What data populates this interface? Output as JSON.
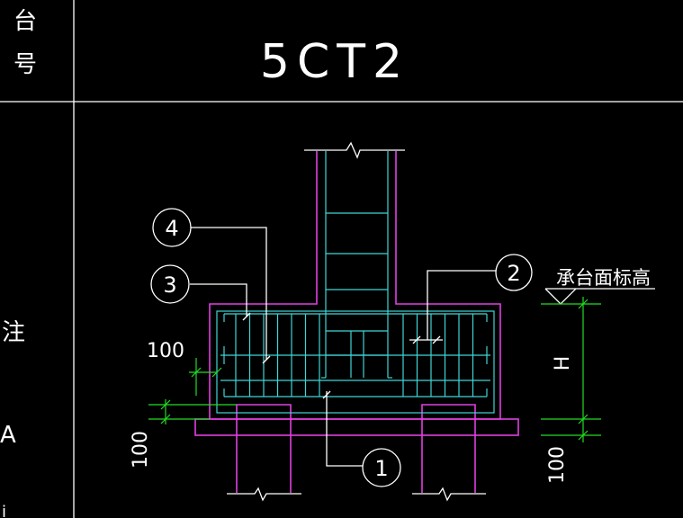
{
  "title": "5CT2",
  "left_column_text": [
    "台",
    "号"
  ],
  "left_column_fragments": [
    "注",
    "A",
    "i"
  ],
  "elevation_label": "承台面标高",
  "height_symbol": "H",
  "dimensions": [
    "100",
    "100",
    "100"
  ],
  "callouts": [
    "1",
    "2",
    "3",
    "4"
  ],
  "colors": {
    "background": "#000000",
    "lines": "#ffffff",
    "outline": "#e040e0",
    "rebar": "#3fd6d6",
    "dimension": "#22dd22"
  }
}
